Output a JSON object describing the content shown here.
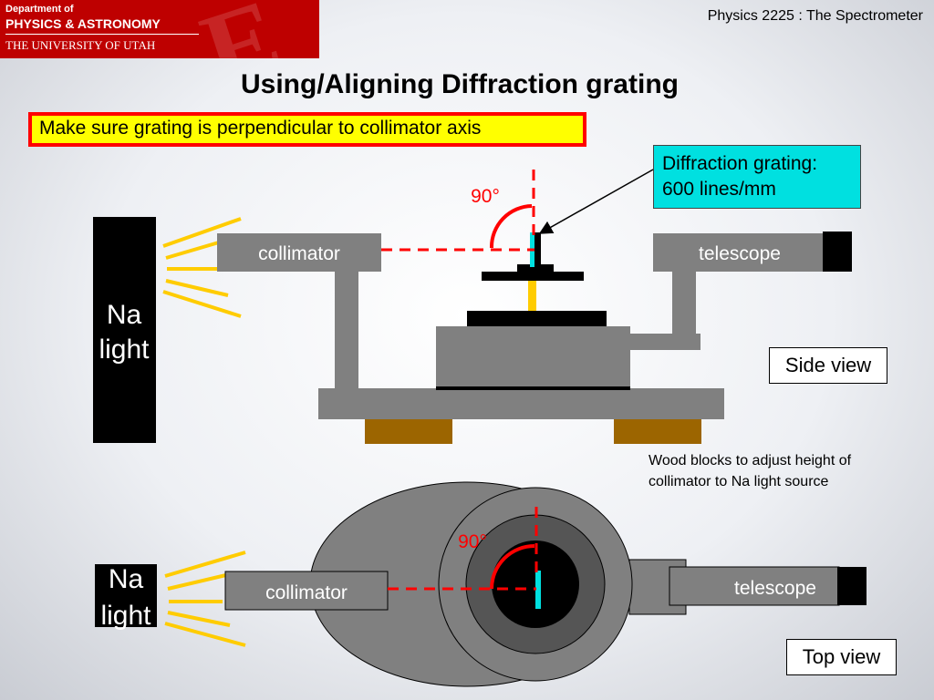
{
  "logo": {
    "line1": "Department of",
    "line2": "PHYSICS & ASTRONOMY",
    "line3": "THE UNIVERSITY OF UTAH"
  },
  "header": {
    "course": "Physics 2225 : The Spectrometer"
  },
  "slide": {
    "title": "Using/Aligning Diffraction grating",
    "instruction": "Make sure grating is perpendicular to collimator axis",
    "grating_label": [
      "Diffraction grating:",
      "600 lines/mm"
    ],
    "angle_label": "90°",
    "wood_note": "Wood blocks to adjust height of collimator to Na light source"
  },
  "side_view": {
    "caption": "Side view",
    "source_label": [
      "Na",
      "light"
    ],
    "collimator_label": "collimator",
    "telescope_label": "telescope"
  },
  "top_view": {
    "caption": "Top view",
    "source_label": [
      "Na",
      "light"
    ],
    "collimator_label": "collimator",
    "telescope_label": "telescope"
  },
  "colors": {
    "logo_red": "#be0000",
    "instruction_bg": "#ffff00",
    "instruction_border": "#ff0000",
    "grating_box_bg": "#00e0e0",
    "light_rays": "#ffcc00",
    "axis_line": "#ff0000",
    "apparatus_gray": "#808080",
    "wood_block": "#9c6500"
  }
}
